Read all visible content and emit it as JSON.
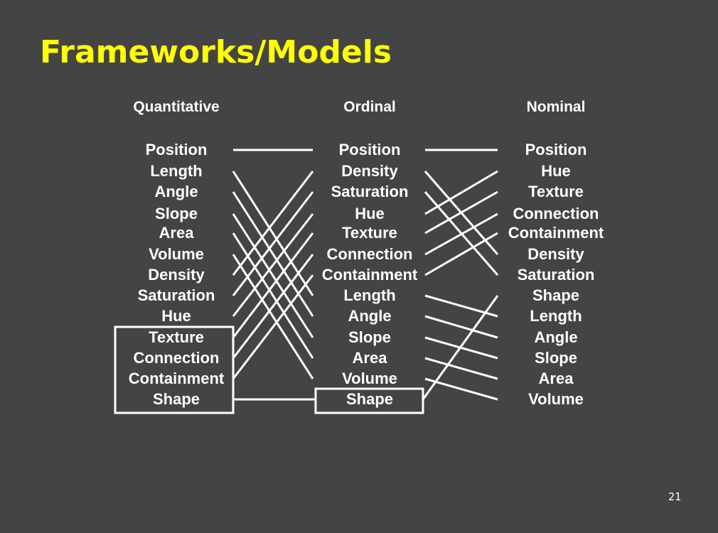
{
  "title": "Frameworks/Models",
  "page_number": "21",
  "columns": {
    "quantitative": {
      "header": "Quantitative",
      "items": [
        "Position",
        "Length",
        "Angle",
        "Slope",
        "Area",
        "Volume",
        "Density",
        "Saturation",
        "Hue",
        "Texture",
        "Connection",
        "Containment",
        "Shape"
      ]
    },
    "ordinal": {
      "header": "Ordinal",
      "items": [
        "Position",
        "Density",
        "Saturation",
        "Hue",
        "Texture",
        "Connection",
        "Containment",
        "Length",
        "Angle",
        "Slope",
        "Area",
        "Volume",
        "Shape"
      ]
    },
    "nominal": {
      "header": "Nominal",
      "items": [
        "Position",
        "Hue",
        "Texture",
        "Connection",
        "Containment",
        "Density",
        "Saturation",
        "Shape",
        "Length",
        "Angle",
        "Slope",
        "Area",
        "Volume"
      ]
    }
  },
  "colors": {
    "background": "#444444",
    "title": "#ffff00",
    "text": "#ffffff",
    "lines": "#ffffff"
  }
}
